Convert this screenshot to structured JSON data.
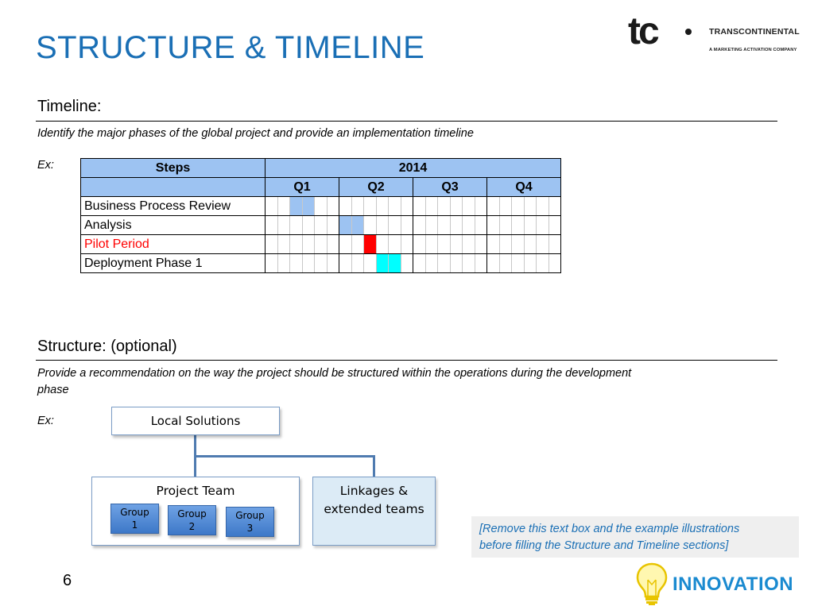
{
  "page": {
    "title": "STRUCTURE & TIMELINE",
    "page_number": "6"
  },
  "logo": {
    "mark": "tc",
    "brand": "TRANSCONTINENTAL",
    "tagline": "A MARKETING ACTIVATION COMPANY"
  },
  "timeline": {
    "heading": "Timeline:",
    "description": "Identify the major phases of the global project and provide an implementation timeline",
    "ex_label": "Ex:",
    "table": {
      "steps_header": "Steps",
      "year": "2014",
      "quarters": [
        "Q1",
        "Q2",
        "Q3",
        "Q4"
      ],
      "rows": [
        {
          "label": "Business Process Review",
          "color": "#9dc3f2",
          "text_color": "#000000",
          "filled_periods": [
            3,
            4
          ]
        },
        {
          "label": "Analysis",
          "color": "#9dc3f2",
          "text_color": "#000000",
          "filled_periods": [
            7,
            8
          ]
        },
        {
          "label": "Pilot Period",
          "color": "#ff0000",
          "text_color": "#ff0000",
          "filled_periods": [
            9
          ]
        },
        {
          "label": "Deployment Phase 1",
          "color": "#00ffff",
          "text_color": "#000000",
          "filled_periods": [
            10,
            11
          ]
        }
      ]
    }
  },
  "structure": {
    "heading": "Structure:  (optional)",
    "description_line1": "Provide a recommendation on the way the project should be structured within the operations during the development",
    "description_line2": "phase",
    "ex_label": "Ex:",
    "org": {
      "top": "Local Solutions",
      "project_team": "Project Team",
      "groups": [
        {
          "line1": "Group",
          "line2": "1"
        },
        {
          "line1": "Group",
          "line2": "2"
        },
        {
          "line1": "Group",
          "line2": "3"
        }
      ],
      "linkages_line1": "Linkages &",
      "linkages_line2": "extended teams"
    }
  },
  "note": {
    "line1": "[Remove this text box  and the example illustrations",
    "line2": "before filling the Structure and Timeline sections]"
  },
  "innovation_logo": {
    "word": "INNOVATION",
    "icon": "lightbulb-icon"
  },
  "colors": {
    "title_blue": "#1a6fb5",
    "header_blue": "#9dc3f2",
    "red": "#ff0000",
    "cyan": "#00ffff"
  }
}
